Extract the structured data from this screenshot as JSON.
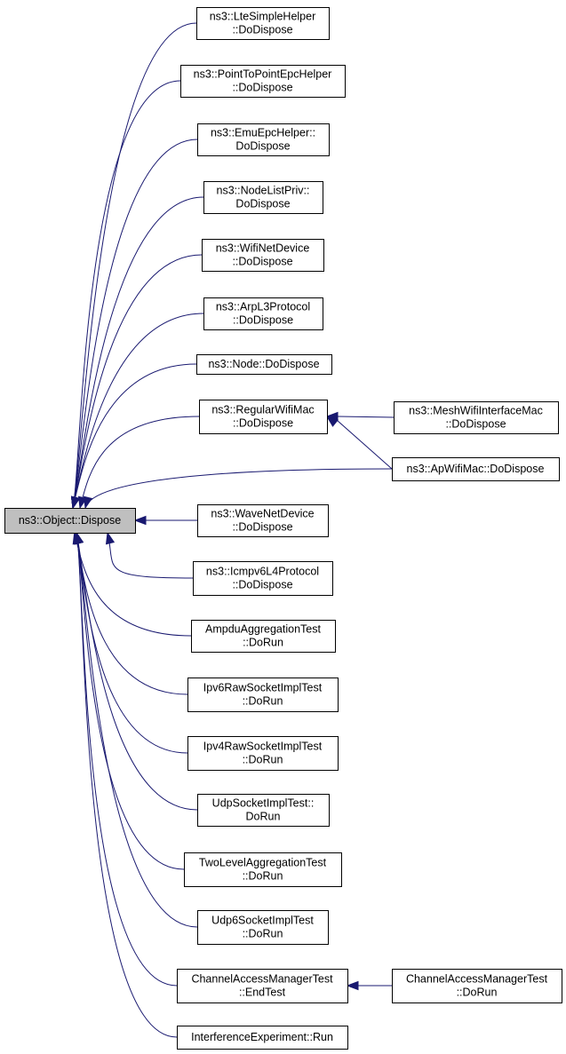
{
  "graph": {
    "nodes": [
      {
        "id": "root",
        "lines": [
          "ns3::Object::Dispose"
        ],
        "root": true
      },
      {
        "id": "n1",
        "lines": [
          "ns3::LteSimpleHelper",
          "::DoDispose"
        ]
      },
      {
        "id": "n2",
        "lines": [
          "ns3::PointToPointEpcHelper",
          "::DoDispose"
        ]
      },
      {
        "id": "n3",
        "lines": [
          "ns3::EmuEpcHelper::",
          "DoDispose"
        ]
      },
      {
        "id": "n4",
        "lines": [
          "ns3::NodeListPriv::",
          "DoDispose"
        ]
      },
      {
        "id": "n5",
        "lines": [
          "ns3::WifiNetDevice",
          "::DoDispose"
        ]
      },
      {
        "id": "n6",
        "lines": [
          "ns3::ArpL3Protocol",
          "::DoDispose"
        ]
      },
      {
        "id": "n7",
        "lines": [
          "ns3::Node::DoDispose"
        ]
      },
      {
        "id": "n8",
        "lines": [
          "ns3::RegularWifiMac",
          "::DoDispose"
        ]
      },
      {
        "id": "n9",
        "lines": [
          "ns3::MeshWifiInterfaceMac",
          "::DoDispose"
        ]
      },
      {
        "id": "n10",
        "lines": [
          "ns3::ApWifiMac::DoDispose"
        ]
      },
      {
        "id": "n11",
        "lines": [
          "ns3::WaveNetDevice",
          "::DoDispose"
        ]
      },
      {
        "id": "n12",
        "lines": [
          "ns3::Icmpv6L4Protocol",
          "::DoDispose"
        ]
      },
      {
        "id": "n13",
        "lines": [
          "AmpduAggregationTest",
          "::DoRun"
        ]
      },
      {
        "id": "n14",
        "lines": [
          "Ipv6RawSocketImplTest",
          "::DoRun"
        ]
      },
      {
        "id": "n15",
        "lines": [
          "Ipv4RawSocketImplTest",
          "::DoRun"
        ]
      },
      {
        "id": "n16",
        "lines": [
          "UdpSocketImplTest::",
          "DoRun"
        ]
      },
      {
        "id": "n17",
        "lines": [
          "TwoLevelAggregationTest",
          "::DoRun"
        ]
      },
      {
        "id": "n18",
        "lines": [
          "Udp6SocketImplTest",
          "::DoRun"
        ]
      },
      {
        "id": "n19",
        "lines": [
          "ChannelAccessManagerTest",
          "::EndTest"
        ]
      },
      {
        "id": "n20",
        "lines": [
          "ChannelAccessManagerTest",
          "::DoRun"
        ]
      },
      {
        "id": "n21",
        "lines": [
          "InterferenceExperiment::Run"
        ]
      }
    ],
    "edges": [
      {
        "from": "n1",
        "to": "root"
      },
      {
        "from": "n2",
        "to": "root"
      },
      {
        "from": "n3",
        "to": "root"
      },
      {
        "from": "n4",
        "to": "root"
      },
      {
        "from": "n5",
        "to": "root"
      },
      {
        "from": "n6",
        "to": "root"
      },
      {
        "from": "n7",
        "to": "root"
      },
      {
        "from": "n8",
        "to": "root"
      },
      {
        "from": "n10",
        "to": "root"
      },
      {
        "from": "n11",
        "to": "root"
      },
      {
        "from": "n12",
        "to": "root"
      },
      {
        "from": "n13",
        "to": "root"
      },
      {
        "from": "n14",
        "to": "root"
      },
      {
        "from": "n15",
        "to": "root"
      },
      {
        "from": "n16",
        "to": "root"
      },
      {
        "from": "n17",
        "to": "root"
      },
      {
        "from": "n18",
        "to": "root"
      },
      {
        "from": "n19",
        "to": "root"
      },
      {
        "from": "n21",
        "to": "root"
      },
      {
        "from": "n9",
        "to": "n8"
      },
      {
        "from": "n10",
        "to": "n8"
      },
      {
        "from": "n20",
        "to": "n19"
      }
    ]
  },
  "colors": {
    "edge": "#191970",
    "root_fill": "#bfbfbf",
    "node_fill": "#ffffff",
    "node_border": "#000000"
  }
}
